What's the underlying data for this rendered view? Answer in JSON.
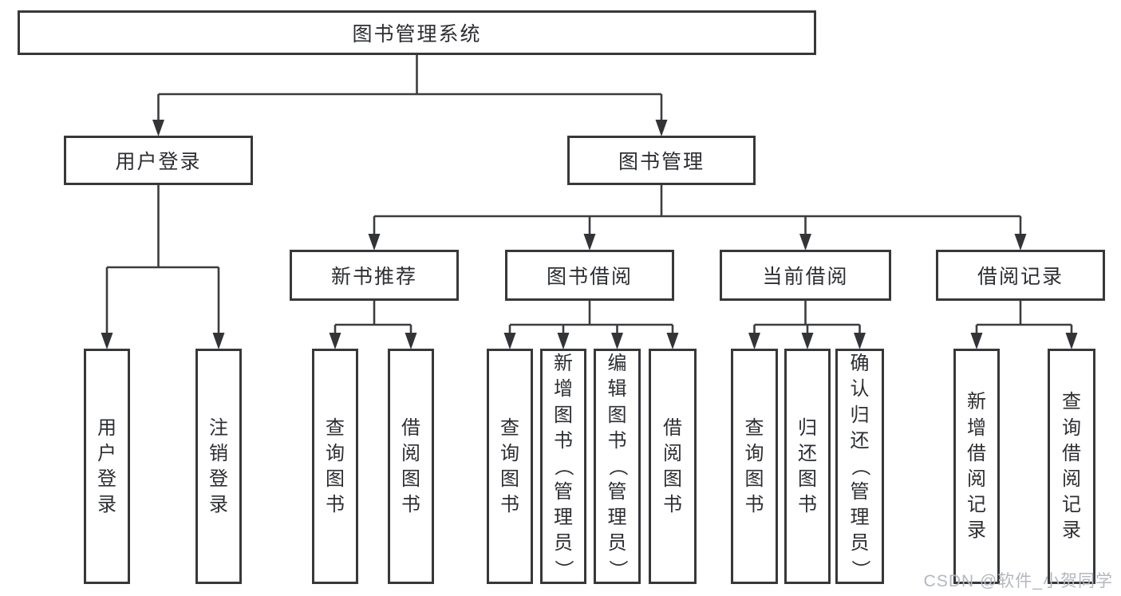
{
  "watermark": "CSDN @软件_小贺同学",
  "colors": {
    "background": "#ffffff",
    "box_fill": "#ffffff",
    "box_border": "#37383a",
    "connector_line": "#3c3d3f",
    "arrowhead": "#333438",
    "text": "#2c2e33",
    "watermark_text": "#b3b7bf"
  },
  "tree": {
    "id": "system",
    "label": "图书管理系统",
    "children": [
      {
        "id": "user-login",
        "label": "用户登录",
        "children": [
          {
            "id": "login-user-login",
            "label": "用户登录"
          },
          {
            "id": "login-logout",
            "label": "注销登录"
          }
        ]
      },
      {
        "id": "book-management",
        "label": "图书管理",
        "children": [
          {
            "id": "new-book-recommend",
            "label": "新书推荐",
            "children": [
              {
                "id": "rec-query-books",
                "label": "查询图书"
              },
              {
                "id": "rec-borrow-books",
                "label": "借阅图书"
              }
            ]
          },
          {
            "id": "book-borrow",
            "label": "图书借阅",
            "children": [
              {
                "id": "borrow-query-books",
                "label": "查询图书"
              },
              {
                "id": "borrow-add-books-admin",
                "label": "新增图书（管理员）"
              },
              {
                "id": "borrow-edit-books-admin",
                "label": "编辑图书（管理员）"
              },
              {
                "id": "borrow-borrow-books",
                "label": "借阅图书"
              }
            ]
          },
          {
            "id": "current-borrow",
            "label": "当前借阅",
            "children": [
              {
                "id": "current-query-books",
                "label": "查询图书"
              },
              {
                "id": "current-return-books",
                "label": "归还图书"
              },
              {
                "id": "current-confirm-return-admin",
                "label": "确认归还（管理员）"
              }
            ]
          },
          {
            "id": "borrow-records",
            "label": "借阅记录",
            "children": [
              {
                "id": "records-add-record",
                "label": "新增借阅记录"
              },
              {
                "id": "records-query-record",
                "label": "查询借阅记录"
              }
            ]
          }
        ]
      }
    ]
  }
}
